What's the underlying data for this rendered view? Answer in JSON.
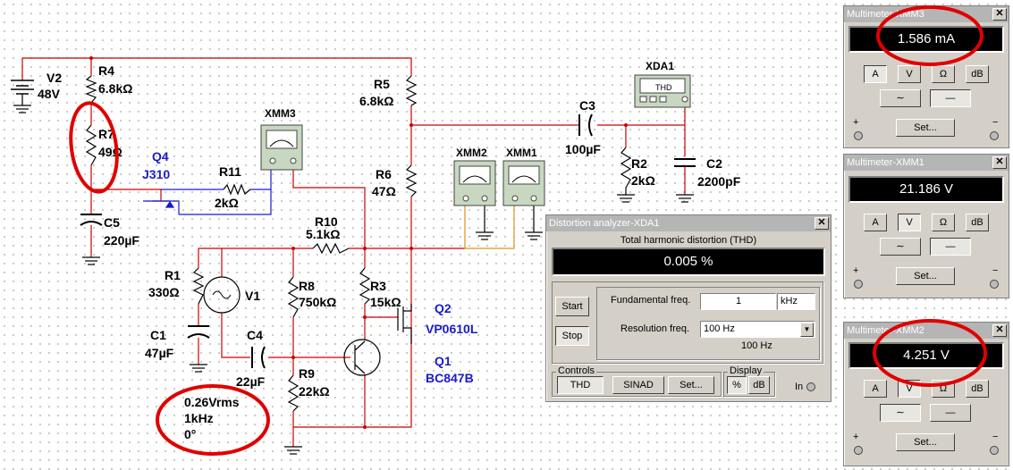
{
  "schematic": {
    "labels": {
      "v2_name": "V2",
      "v2_val": "48V",
      "r4_name": "R4",
      "r4_val": "6.8kΩ",
      "r7_name": "R7",
      "r7_val": "49Ω",
      "q4_name": "Q4",
      "q4_val": "J310",
      "r11_name": "R11",
      "r11_val": "2kΩ",
      "c5_name": "C5",
      "c5_val": "220µF",
      "xmm3": "XMM3",
      "r5_name": "R5",
      "r5_val": "6.8kΩ",
      "r6_name": "R6",
      "r6_val": "47Ω",
      "xmm2": "XMM2",
      "xmm1": "XMM1",
      "c3_name": "C3",
      "c3_val": "100µF",
      "xda1": "XDA1",
      "thd_label": "THD",
      "r2_name": "R2",
      "r2_val": "2kΩ",
      "c2_name": "C2",
      "c2_val": "2200pF",
      "r10_name": "R10",
      "r10_val": "5.1kΩ",
      "r1_name": "R1",
      "r1_val": "330Ω",
      "v1_name": "V1",
      "r8_name": "R8",
      "r8_val": "750kΩ",
      "r3_name": "R3",
      "r3_val": "15kΩ",
      "q2_name": "Q2",
      "q2_val": "VP0610L",
      "c1_name": "C1",
      "c1_val": "47µF",
      "c4_name": "C4",
      "c4_val": "22µF",
      "r9_name": "R9",
      "r9_val": "22kΩ",
      "q1_name": "Q1",
      "q1_val": "BC847B",
      "src_vrms": "0.26Vrms",
      "src_freq": "1kHz",
      "src_phase": "0°"
    }
  },
  "distortion": {
    "title": "Distortion analyzer-XDA1",
    "heading": "Total harmonic distortion (THD)",
    "reading": "0.005 %",
    "start_label": "Start",
    "stop_label": "Stop",
    "fund_label": "Fundamental freq.",
    "fund_value": "1",
    "fund_unit": "kHz",
    "res_label": "Resolution freq.",
    "res_value": "100 Hz",
    "res_caption": "100 Hz",
    "controls_title": "Controls",
    "display_title": "Display",
    "thd_button": "THD",
    "sinad_button": "SINAD",
    "set_button": "Set...",
    "pct_button": "%",
    "db_button": "dB",
    "in_label": "In"
  },
  "meters": [
    {
      "title": "Multimeter-XMM3",
      "reading": "1.586 mA",
      "btn_a": "A",
      "btn_v": "V",
      "btn_ohm": "Ω",
      "btn_db": "dB",
      "set": "Set...",
      "plus": "+",
      "minus": "−"
    },
    {
      "title": "Multimeter-XMM1",
      "reading": "21.186 V",
      "btn_a": "A",
      "btn_v": "V",
      "btn_ohm": "Ω",
      "btn_db": "dB",
      "set": "Set...",
      "plus": "+",
      "minus": "−"
    },
    {
      "title": "Multimeter-XMM2",
      "reading": "4.251 V",
      "btn_a": "A",
      "btn_v": "V",
      "btn_ohm": "Ω",
      "btn_db": "dB",
      "set": "Set...",
      "plus": "+",
      "minus": "−"
    }
  ],
  "colors": {
    "wire_red": "#cc0000",
    "wire_blue": "#1a1acc",
    "wire_orange": "#e09020",
    "annotation_red": "#e00000",
    "title_active": "#0a246a"
  }
}
